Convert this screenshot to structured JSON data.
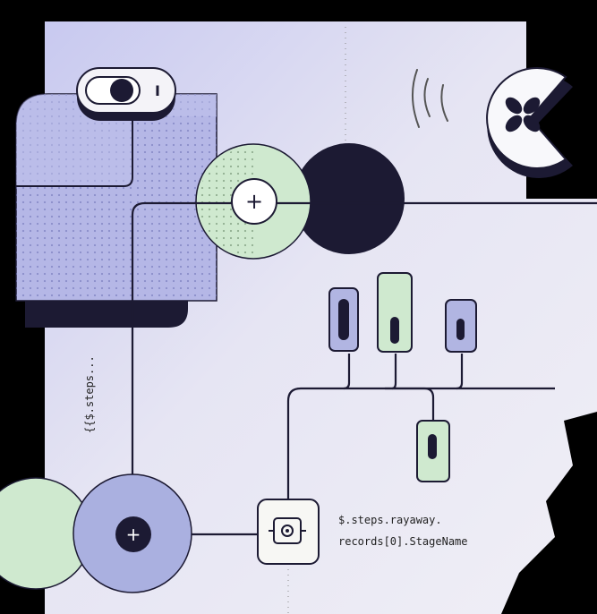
{
  "colors": {
    "background": "#000000",
    "paper": "#eceaf4",
    "lavender": "#b7b9e8",
    "mint": "#cfe9cf",
    "ink": "#1c1a33",
    "periwinkle": "#aab0e0"
  },
  "annotation_steps": "{{$.steps...",
  "expression": {
    "line1": "$.steps.rayaway.",
    "line2": "records[0].StageName"
  },
  "icons": {
    "plus_top": "+",
    "plus_bottom": "+",
    "toggle_mark": "I"
  }
}
